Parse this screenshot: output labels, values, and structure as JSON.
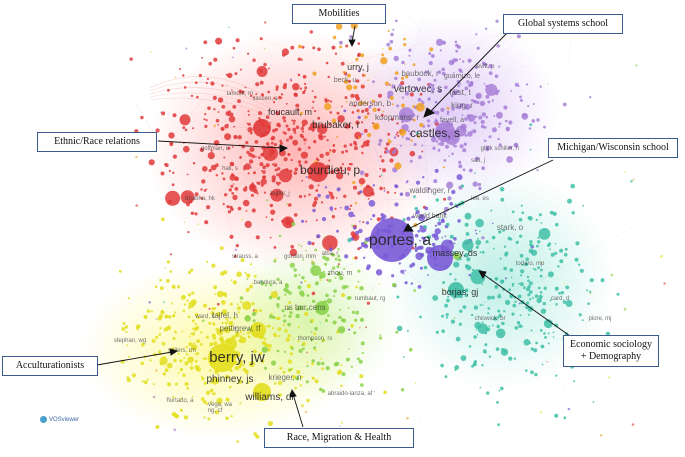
{
  "viewer_logo": "VOSviewer",
  "callouts": {
    "mobilities": "Mobilities",
    "global_systems": "Global systems school",
    "ethnic_race": "Ethnic/Race relations",
    "michigan": "Michigan/Wisconsin school",
    "acculturationists": "Acculturationists",
    "econ_line1": "Economic sociology",
    "econ_line2": "+ Demography",
    "race_health": "Race, Migration & Health"
  },
  "clusters": [
    {
      "name": "Ethnic/Race relations",
      "color": "#e03a3a",
      "labels": [
        "foucault, m",
        "brubaker, r",
        "anderson, b",
        "bourdieu, p",
        "urry, j",
        "beck, u",
        "sassen, s",
        "goffman, e",
        "hall, s",
        "bhabha, hk",
        "lamont, m",
        "butler, j"
      ]
    },
    {
      "name": "Global systems school",
      "color": "#a77fd6",
      "labels": [
        "vertovec, s",
        "baubock, r",
        "faist, t",
        "castles, s",
        "king, r",
        "koopmans, r",
        "favell, a",
        "guarnizo, le",
        "levitt, p",
        "glick schiller, n",
        "salt, j"
      ]
    },
    {
      "name": "Michigan/Wisconsin school",
      "color": "#7a5ad6",
      "labels": [
        "portes, a",
        "waldinger, r",
        "world bank",
        "zhou, m",
        "rumbaut, rg",
        "alba, r",
        "gordon, mm"
      ]
    },
    {
      "name": "Economic sociology + Demography",
      "color": "#3fbfa7",
      "labels": [
        "massey, ds",
        "borjas, gj",
        "stark, o",
        "chiswick, br",
        "card, d",
        "todaro, mp",
        "lee, es",
        "piore, mj"
      ]
    },
    {
      "name": "Acculturationists",
      "color": "#e2de1e",
      "labels": [
        "berry, jw",
        "phinney, js",
        "pettigrew, tf",
        "tajfel, h",
        "ward, c",
        "sellers, rm",
        "stephan, wg",
        "hurtado, a",
        "ng, cf"
      ]
    },
    {
      "name": "Race, Migration & Health",
      "color": "#8ad14a",
      "labels": [
        "williams, dr",
        "krieger, n",
        "us bur cens",
        "bandura, a",
        "strauss, a",
        "abraido-lanza, af",
        "vega, wa",
        "thompson, rs"
      ]
    }
  ],
  "node_colors": {
    "red": "#e03a3a",
    "purple": "#a77fd6",
    "violet": "#7a5ad6",
    "teal": "#3fbfa7",
    "yellow": "#e2de1e",
    "green": "#8ad14a",
    "orange": "#f0a020"
  }
}
